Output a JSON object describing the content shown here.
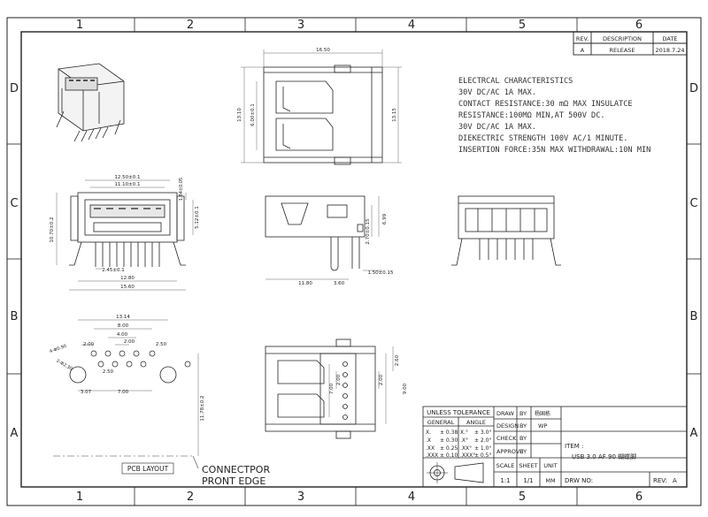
{
  "grid": {
    "cols": [
      "1",
      "2",
      "3",
      "4",
      "5",
      "6"
    ],
    "rows": [
      "D",
      "C",
      "B",
      "A"
    ]
  },
  "revision_table": {
    "headers": [
      "REV.",
      "DESCRIPTION",
      "DATE"
    ],
    "row": [
      "A",
      "RELEASE",
      "2018.7.24"
    ]
  },
  "characteristics": [
    "ELECTRCAL CHARACTERISTICS",
    "30V DC/AC 1A MAX.",
    "CONTACT RESISTANCE:30 mΩ MAX INSULATCE",
    "RESISTANCE:100MΩ MIN,AT 500V DC.",
    "30V DC/AC 1A MAX.",
    "DIEKECTRIC STRENGTH 100V AC/1 MINUTE.",
    "INSERTION FORCE:35N MAX WITHDRAWAL:10N MIN"
  ],
  "dimensions": {
    "top_width": "16.50",
    "top_height_left": "13.10",
    "top_height_inner": "6.00±0.1",
    "top_height_right": "13.15",
    "front_w1": "12.50±0.1",
    "front_w2": "11.10±0.1",
    "front_h_left": "10.70±0.2",
    "front_h_right": "5.12±0.1",
    "front_h_small": "1.84±0.05",
    "front_pitch": "2.45±0.1",
    "front_bottom1": "12.80",
    "front_bottom2": "15.60",
    "side_h1": "2.70±0.15",
    "side_h2": "6.99",
    "side_bottom_left": "11.80",
    "side_bottom_mid": "3.60",
    "side_bottom_right": "1.50±0.15",
    "pcb_w1": "13.14",
    "pcb_w2": "8.00",
    "pcb_w3": "4.00",
    "pcb_w4": "2.00",
    "pcb_left": "2.00",
    "pcb_right": "2.50",
    "pcb_mid": "2.50",
    "pcb_bottom_left": "3.07",
    "pcb_bottom_mid": "7.00",
    "pcb_vertical": "11.78±0.2",
    "pcb_hole_a": "4-Φ0.90",
    "pcb_hole_b": "2-Φ2.30",
    "bot_v1": "2.60",
    "bot_v2": "2.00",
    "bot_v3": "9.00",
    "bot_inner1": "2.00",
    "bot_inner2": "7.00"
  },
  "labels": {
    "pcb_layout": "PCB LAYOUT",
    "connector_line1": "CONNECTPOR",
    "connector_line2": "PRONT EDGE"
  },
  "title_block": {
    "unless_tolerance": "UNLESS TOLERANCE",
    "general": "GENERAL",
    "angle": "ANGLE",
    "tolerances": [
      [
        "X.",
        "± 0.38",
        "X.°",
        "± 3.0°"
      ],
      [
        ".X",
        "± 0.30",
        ".X°",
        "± 2.0°"
      ],
      [
        ".XX",
        "± 0.25",
        ".XX°",
        "± 1.0°"
      ],
      [
        ".XXX",
        "± 0.10",
        ".XXX°",
        "± 0.5°"
      ]
    ],
    "draw_by_label": "DRAW",
    "by": "BY",
    "draw_by_value": "杨国栋",
    "design_by_label": "DESIGN",
    "design_by_value": "WP",
    "check_by_label": "CHECK",
    "approve_by_label": "APPROVE",
    "item_label": "ITEM :",
    "item_value": "USB 3.0 AF 90 蝴蝶脚",
    "scale_label": "SCALE",
    "sheet_label": "SHEET",
    "unit_label": "UNIT",
    "scale_value": "1:1",
    "sheet_value": "1/1",
    "unit_value": "MM",
    "drw_no_label": "DRW NO:",
    "rev_label": "REV:",
    "rev_value": "A"
  }
}
